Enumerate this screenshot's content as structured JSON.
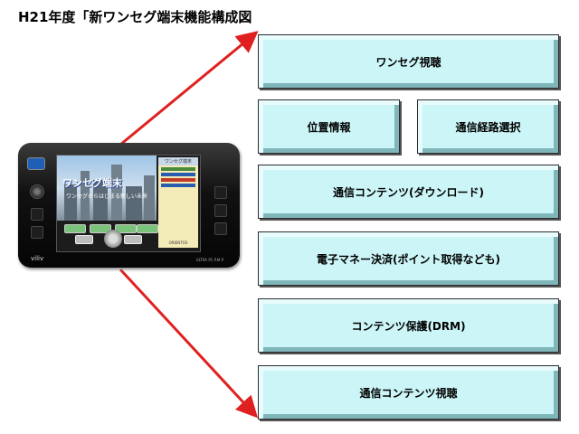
{
  "title": "H21年度「新ワンセグ端末機能構成図",
  "colors": {
    "box_fill": "#ccf5f7",
    "arrow": "#e02020",
    "device_body": "#111111"
  },
  "device": {
    "screen_title": "ワンセグ端末",
    "screen_subtitle": "ワンセグからはじまる新しい未来",
    "menu_header": "ワンセグ端末",
    "footer_logo": "ORIENTOS",
    "brand": "viliv",
    "model": "ULTRA PC P.M.P"
  },
  "boxes": {
    "oneseg": "ワンセグ視聴",
    "location": "位置情報",
    "route": "通信経路選択",
    "download": "通信コンテンツ(ダウンロード)",
    "emoney": "電子マネー決済(ポイント取得なども)",
    "drm": "コンテンツ保護(DRM)",
    "viewing": "通信コンテンツ視聴"
  }
}
